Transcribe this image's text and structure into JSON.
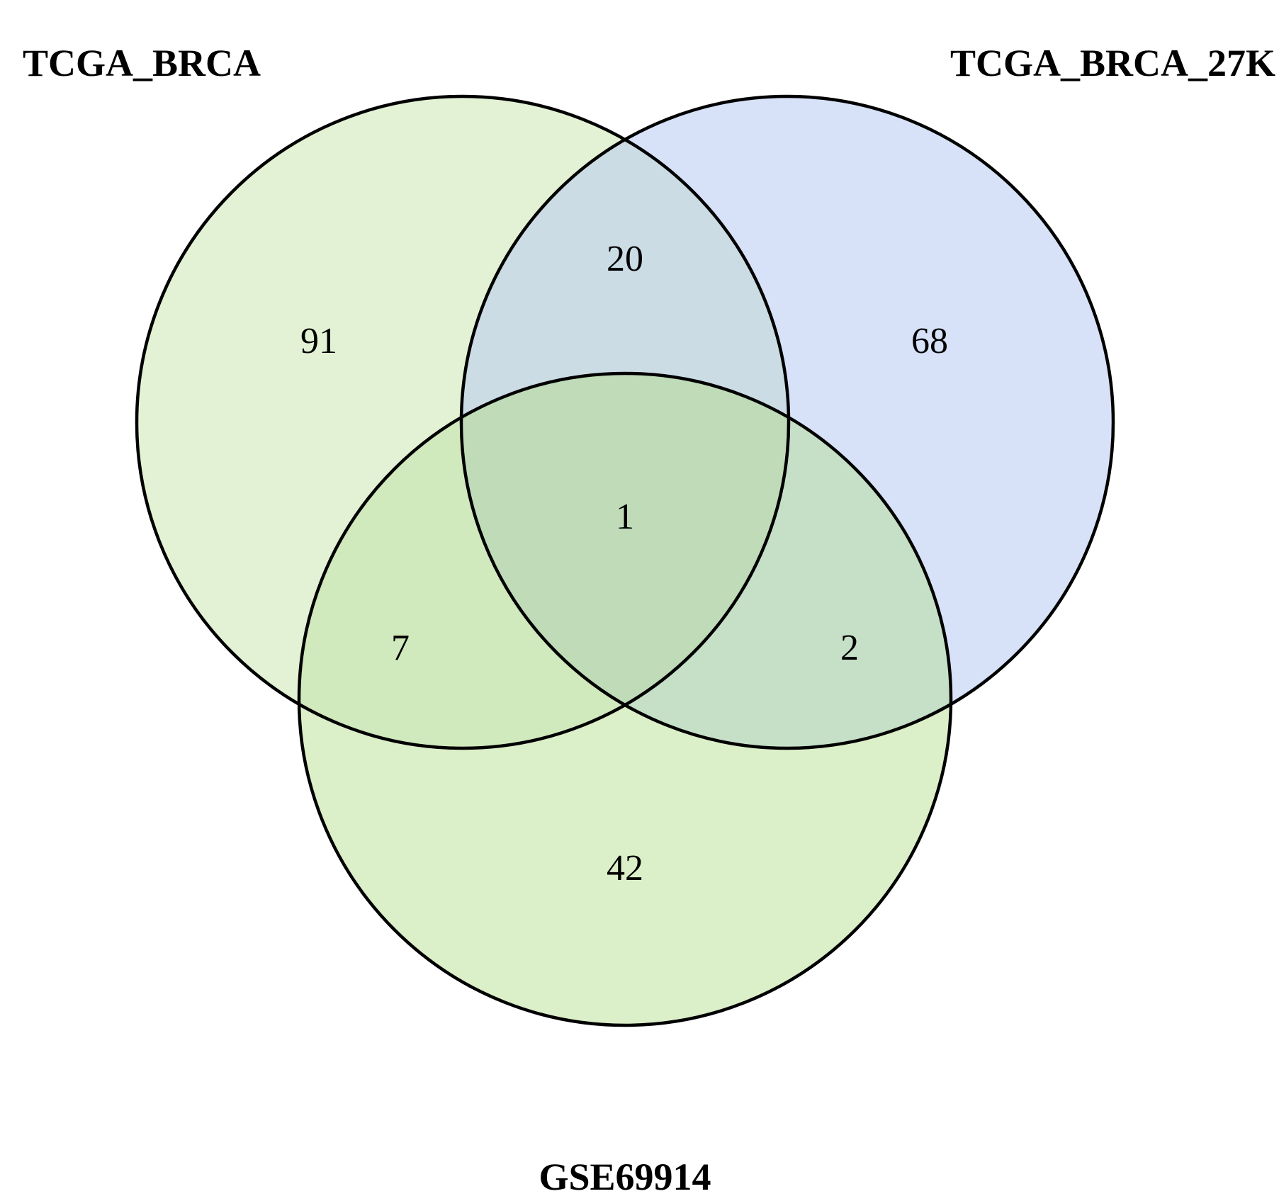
{
  "sets": [
    {
      "id": "a",
      "name": "TCGA_BRCA",
      "fill": "#e3f2d5"
    },
    {
      "id": "b",
      "name": "TCGA_BRCA_27K",
      "fill": "#d7e2f8"
    },
    {
      "id": "c",
      "name": "GSE69914",
      "fill": "#dbefc9"
    }
  ],
  "regions": [
    {
      "id": "a_only",
      "sets": [
        "a"
      ],
      "count": "91"
    },
    {
      "id": "b_only",
      "sets": [
        "b"
      ],
      "count": "68"
    },
    {
      "id": "c_only",
      "sets": [
        "c"
      ],
      "count": "42"
    },
    {
      "id": "ab",
      "sets": [
        "a",
        "b"
      ],
      "count": "20"
    },
    {
      "id": "ac",
      "sets": [
        "a",
        "c"
      ],
      "count": "7"
    },
    {
      "id": "bc",
      "sets": [
        "b",
        "c"
      ],
      "count": "2"
    },
    {
      "id": "abc",
      "sets": [
        "a",
        "b",
        "c"
      ],
      "count": "1"
    }
  ],
  "colors": {
    "ab": "#cbdce4",
    "ac": "#d0e9bd",
    "bc": "#c6e0c8",
    "abc": "#bfdbb8",
    "outline": "#000000"
  }
}
